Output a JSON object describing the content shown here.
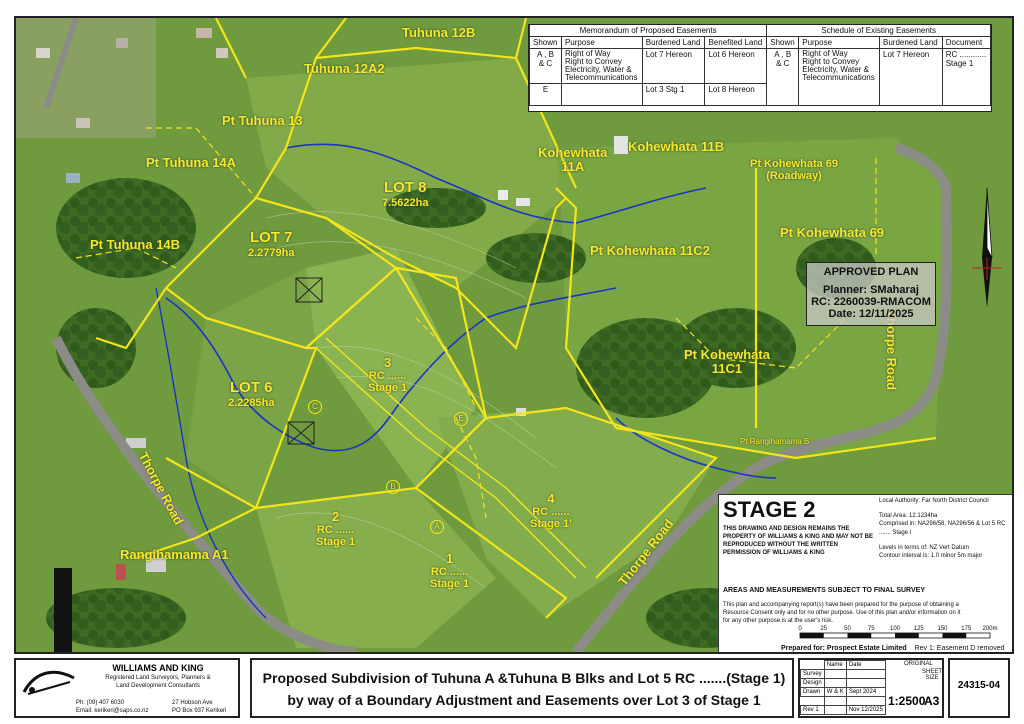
{
  "parcels": {
    "tuhuna_12b": "Tuhuna 12B",
    "tuhuna_12a2": "Tuhuna 12A2",
    "pt_tuhuna_13": "Pt Tuhuna 13",
    "pt_tuhuna_14a": "Pt Tuhuna 14A",
    "pt_tuhuna_14b": "Pt Tuhuna 14B",
    "kohewhata_11a_1": "Kohewhata",
    "kohewhata_11a_2": "11A",
    "kohewhata_11b": "Kohewhata 11B",
    "pt_kohewhata_69_road": "Pt Kohewhata 69",
    "roadway": "(Roadway)",
    "pt_kohewhata_69": "Pt Kohewhata 69",
    "pt_kohewhata_11c2": "Pt Kohewhata 11C2",
    "pt_kohewhata_11c1_1": "Pt Kohewhata",
    "pt_kohewhata_11c1_2": "11C1",
    "pt_rangihamama_b": "Pt Rangihamama B",
    "rangihamama_a1": "Rangihamama A1",
    "thorpe_road_east": "Thorpe Road",
    "thorpe_road_west": "Thorpe Road",
    "thorpe_road_south": "Thorpe Road"
  },
  "lots": {
    "lot8_name": "LOT 8",
    "lot8_area": "7.5622ha",
    "lot7_name": "LOT 7",
    "lot7_area": "2.2779ha",
    "lot6_name": "LOT 6",
    "lot6_area": "2.2285ha",
    "lot3_num": "3",
    "lot3_rc": "RC ......",
    "lot3_stage": "Stage 1",
    "lot2_num": "2",
    "lot2_rc": "RC ......",
    "lot2_stage": "Stage 1",
    "lot1_num": "1",
    "lot1_rc": "RC ......",
    "lot1_stage": "Stage 1",
    "lot4_num": "4",
    "lot4_rc": "RC ......",
    "lot4_stage": "Stage 1'"
  },
  "easement_markers": {
    "a": "A",
    "b": "B",
    "c": "C",
    "e": "E"
  },
  "memorandum": {
    "title_proposed": "Memorandum of Proposed Easements",
    "title_existing": "Schedule of Existing Easements",
    "headers": [
      "Shown",
      "Purpose",
      "Burdened Land",
      "Benefited Land"
    ],
    "existing_headers": [
      "Shown",
      "Purpose",
      "Burdened Land",
      "Document"
    ],
    "rows": [
      {
        "shown": "A , B\n& C",
        "purpose": "Right of Way\nRight to Convey\nElectricity, Water &\nTelecommunications",
        "burdened": "Lot 7 Hereon",
        "benefited": "Lot 6 Hereon"
      },
      {
        "shown": "E",
        "purpose": "",
        "burdened": "Lot 3 Stg 1",
        "benefited": "Lot 8 Hereon"
      }
    ],
    "existing_rows": [
      {
        "shown": "A , B\n& C",
        "purpose": "Right of Way\nRight to Convey\nElectricity, Water &\nTelecommunications",
        "burdened": "Lot 7 Hereon",
        "document": "RC ............\nStage 1"
      }
    ]
  },
  "approved": {
    "title": "APPROVED PLAN",
    "planner": "Planner: SMaharaj",
    "rc": "RC: 2260039-RMACOM",
    "date": "Date: 12/11/2025"
  },
  "stage_block": {
    "stage": "STAGE 2",
    "notice": "THIS DRAWING AND DESIGN REMAINS THE PROPERTY OF WILLIAMS & KING AND MAY NOT BE REPRODUCED WITHOUT THE WRITTEN PERMISSION OF WILLIAMS & KING",
    "local_authority": "Local Authority: Far North District Council",
    "total_area": "Total Area: 12.1234ha",
    "comprised": "Comprised in: NA296/58, NA296/56 & Lot 5 RC ....... Stage I",
    "levels": "Levels in terms of: NZ Vert Datum",
    "contour": "Contour interval is: 1.0 minor 5m major",
    "survey_note": "AREAS AND MEASUREMENTS SUBJECT TO FINAL SURVEY",
    "plan_note": "This plan and accompanying report(s) have been prepared for the purpose of obtaining a Resource Consent only and for no other purpose. Use of this plan and/or information on it for any other purpose is at the user's risk.",
    "scale_ticks": [
      "0",
      "25",
      "50",
      "75",
      "100",
      "125",
      "150",
      "175",
      "200m"
    ],
    "prepared_for": "Prepared for: Prospect Estate Limited",
    "revision": "Rev 1: Easement D removed"
  },
  "company": {
    "name": "WILLIAMS AND KING",
    "tagline1": "Registered Land Surveyors, Planners &",
    "tagline2": "Land Development Consultants",
    "phone": "Ph: (09) 407 6030",
    "email": "Email: kerikeri@saps.co.nz",
    "address1": "27 Hobson Ave",
    "address2": "PO Box 937 Kerikeri"
  },
  "title": {
    "line1": "Proposed Subdivision of Tuhuna A &Tuhuna B Blks and Lot 5 RC .......(Stage 1)",
    "line2": "by way of a Boundary Adjustment and Easements over Lot 3 of Stage 1"
  },
  "drawing": {
    "name_h": "Name",
    "date_h": "Date",
    "original_h": "ORIGINAL",
    "survey": "Survey",
    "design": "Design",
    "drawn": "Drawn",
    "drawn_by": "W & K",
    "drawn_date": "Sept 2024",
    "rev": "Rev 1",
    "rev_date": "Nov 12/2025",
    "scale": "1:2500",
    "sheet_size_h": "SHEET SIZE",
    "size": "A3",
    "ref": "24315-04"
  },
  "colors": {
    "boundary": "#f2e51c",
    "water": "#1a34c8",
    "pasture": "#6f9a3e"
  }
}
